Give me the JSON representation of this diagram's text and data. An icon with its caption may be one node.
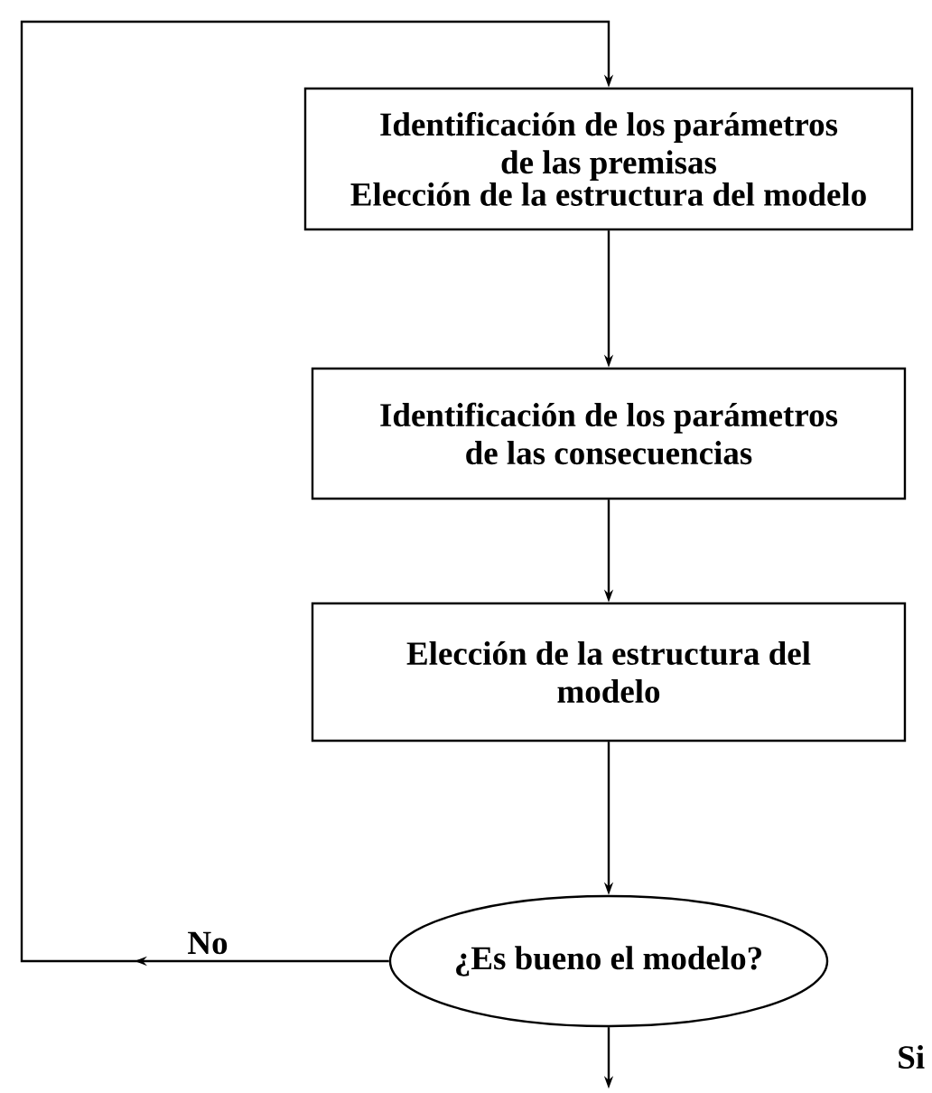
{
  "diagram": {
    "nodes": [
      {
        "text": [
          "Identificación de los parámetros de las premisas",
          "Elección de la estructura del modelo"
        ]
      },
      {
        "text": [
          "Identificación de los parámetros de las consecuencias"
        ]
      },
      {
        "text": [
          "Elección de la estructura del modelo"
        ]
      },
      {
        "text": [
          "¿Es bueno el modelo?"
        ]
      }
    ],
    "edges": [
      {
        "from": 0,
        "to": 1,
        "arrow": "to"
      },
      {
        "from": 1,
        "to": 2,
        "arrow": "to"
      },
      {
        "from": 2,
        "to": 3,
        "arrow": "to"
      },
      {
        "from": 3,
        "to": 0,
        "arrow": "to",
        "label": "No"
      },
      {
        "from": 3,
        "to": null,
        "arrow": "to"
      }
    ],
    "labels": [
      "Si"
    ]
  }
}
